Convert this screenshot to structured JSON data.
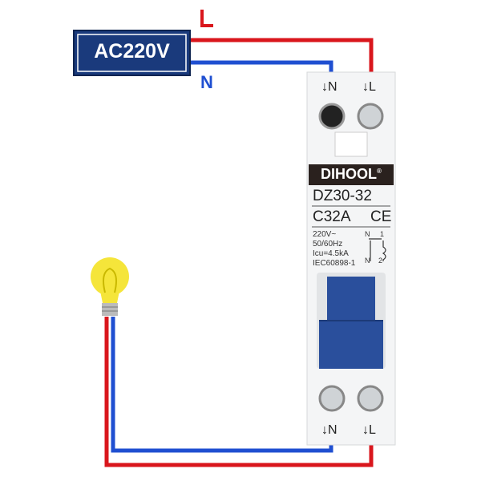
{
  "source_box": {
    "label": "AC220V"
  },
  "wire_labels": {
    "live": "L",
    "neutral": "N"
  },
  "breaker": {
    "top_terminals": [
      "↓N",
      "↓L"
    ],
    "bottom_terminals": [
      "↓N",
      "↓L"
    ],
    "brand": "DIHOOL",
    "brand_mark": "®",
    "model": "DZ30-32",
    "rating": "C32A",
    "certification": "CE",
    "specs": [
      "220V~",
      "50/60Hz",
      "Icu=4.5kA",
      "IEC60898-1"
    ],
    "schematic": {
      "top_left": "N",
      "top_right": "1",
      "bottom_left": "N",
      "bottom_right": "2"
    }
  },
  "colors": {
    "live": "#d9161c",
    "neutral": "#1f4fd1",
    "box": "#1a3a7c",
    "handle": "#2a4f9c",
    "bulb": "#f5e53a"
  }
}
